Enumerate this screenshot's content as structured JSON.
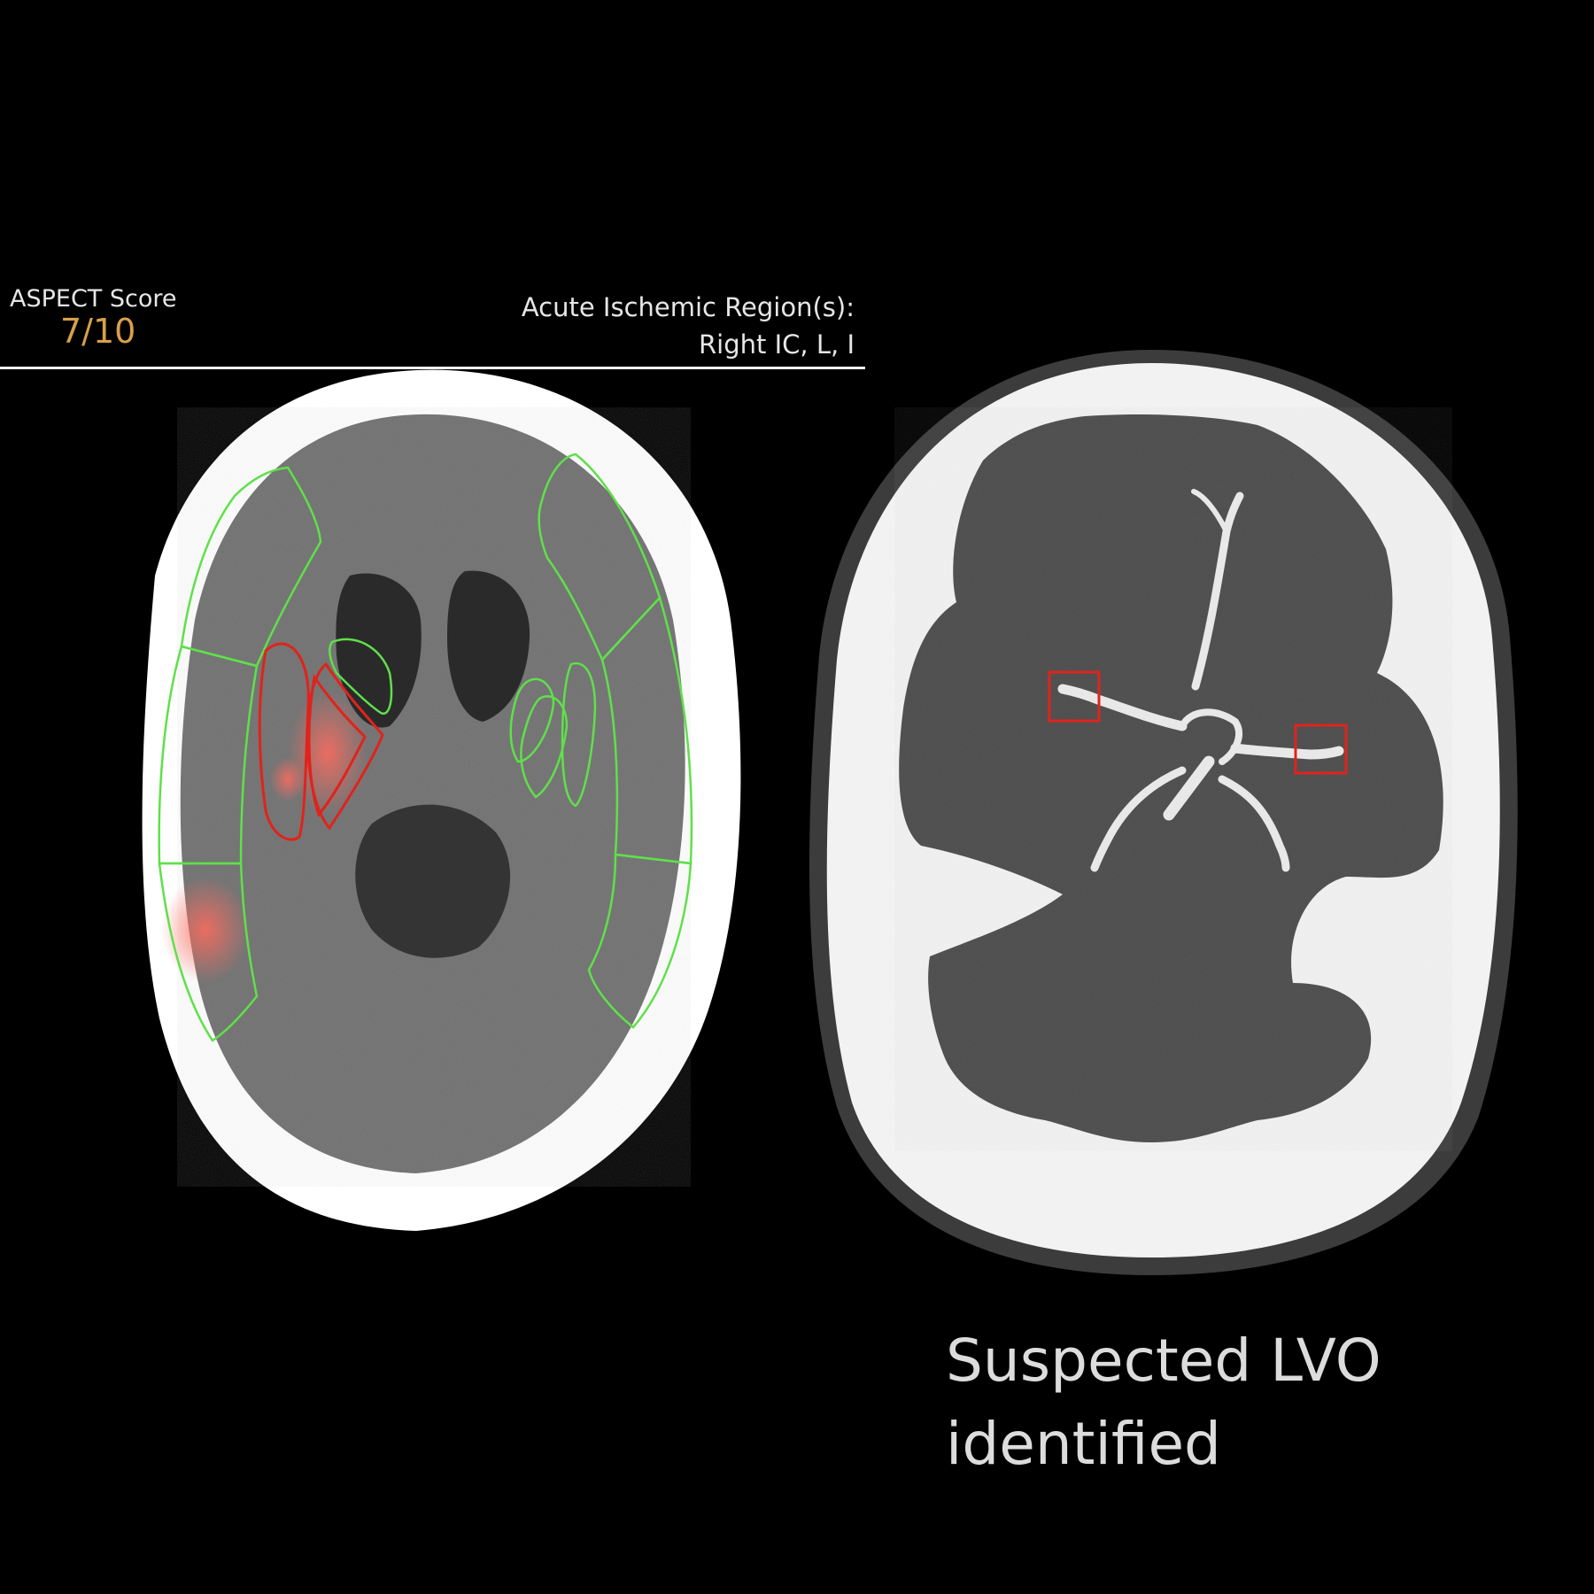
{
  "aspect": {
    "label": "ASPECT Score",
    "value": "7/10",
    "value_color": "#d9a04a"
  },
  "regions": {
    "title": "Acute Ischemic Region(s):",
    "value": "Right IC, L, I"
  },
  "lvo": {
    "line1": "Suspected LVO",
    "line2": "identified"
  },
  "colors": {
    "roi_normal": "#5fe04a",
    "roi_ischemic": "#e0231c",
    "lvo_box": "#e0231c"
  }
}
